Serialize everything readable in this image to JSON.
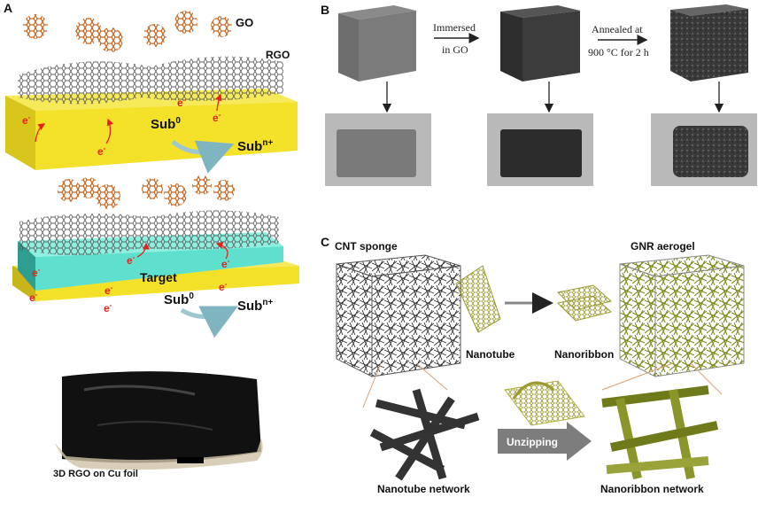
{
  "panels": {
    "a": {
      "label": "A",
      "go": "GO",
      "rgo": "RGO",
      "electron": "e",
      "electron_sup": "-",
      "sub": "Sub",
      "sub0_sup": "0",
      "subn_sup": "n+",
      "target": "Target",
      "photo_caption": "3D RGO on Cu foil"
    },
    "b": {
      "label": "B",
      "step1_line1": "Immersed",
      "step1_line2": "in GO",
      "step2_line1": "Annealed at",
      "step2_line2": "900 °C for 2 h"
    },
    "c": {
      "label": "C",
      "cnt_sponge": "CNT sponge",
      "gnr_aerogel": "GNR aerogel",
      "nanotube": "Nanotube",
      "nanoribbon": "Nanoribbon",
      "unzipping": "Unzipping",
      "nanotube_network": "Nanotube network",
      "nanoribbon_network": "Nanoribbon network"
    }
  },
  "colors": {
    "substrate": "#f4e22a",
    "target": "#5fe0cf",
    "go": "#c8641e",
    "rgo": "#6b6b6b",
    "electron": "#e8201a",
    "ribbon": "#8a8a2a"
  }
}
